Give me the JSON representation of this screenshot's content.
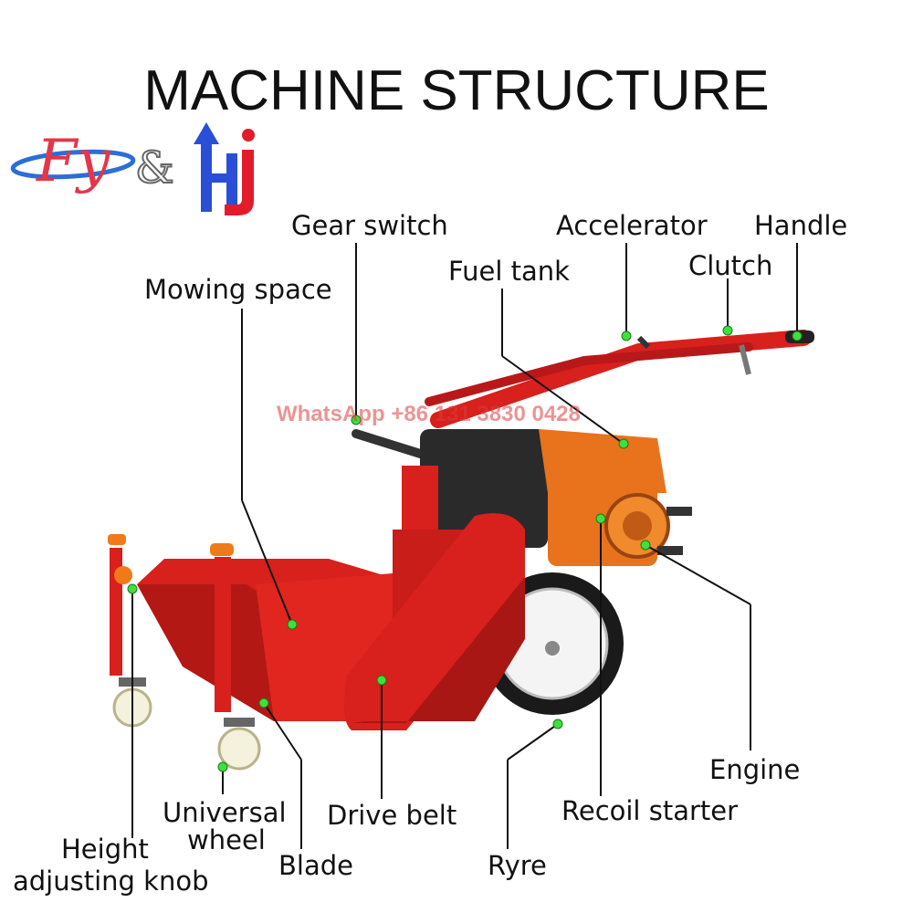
{
  "title": "MACHINE STRUCTURE",
  "watermark": "WhatsApp +86 131 3830 0428",
  "logo": {
    "left": "Fy",
    "amp": "&",
    "right": "HJ"
  },
  "labels": {
    "gear_switch": "Gear switch",
    "accelerator": "Accelerator",
    "handle": "Handle",
    "fuel_tank": "Fuel tank",
    "clutch": "Clutch",
    "mowing_space": "Mowing space",
    "engine": "Engine",
    "recoil_starter": "Recoil starter",
    "universal_wheel_1": "Universal",
    "universal_wheel_2": "wheel",
    "drive_belt": "Drive belt",
    "height_knob_1": "Height",
    "height_knob_2": "adjusting knob",
    "blade": "Blade",
    "ryre": "Ryre"
  },
  "colors": {
    "machine_red": "#d8201c",
    "engine_orange": "#e8731c",
    "dot_green": "#3ee03e",
    "line": "#111111"
  }
}
